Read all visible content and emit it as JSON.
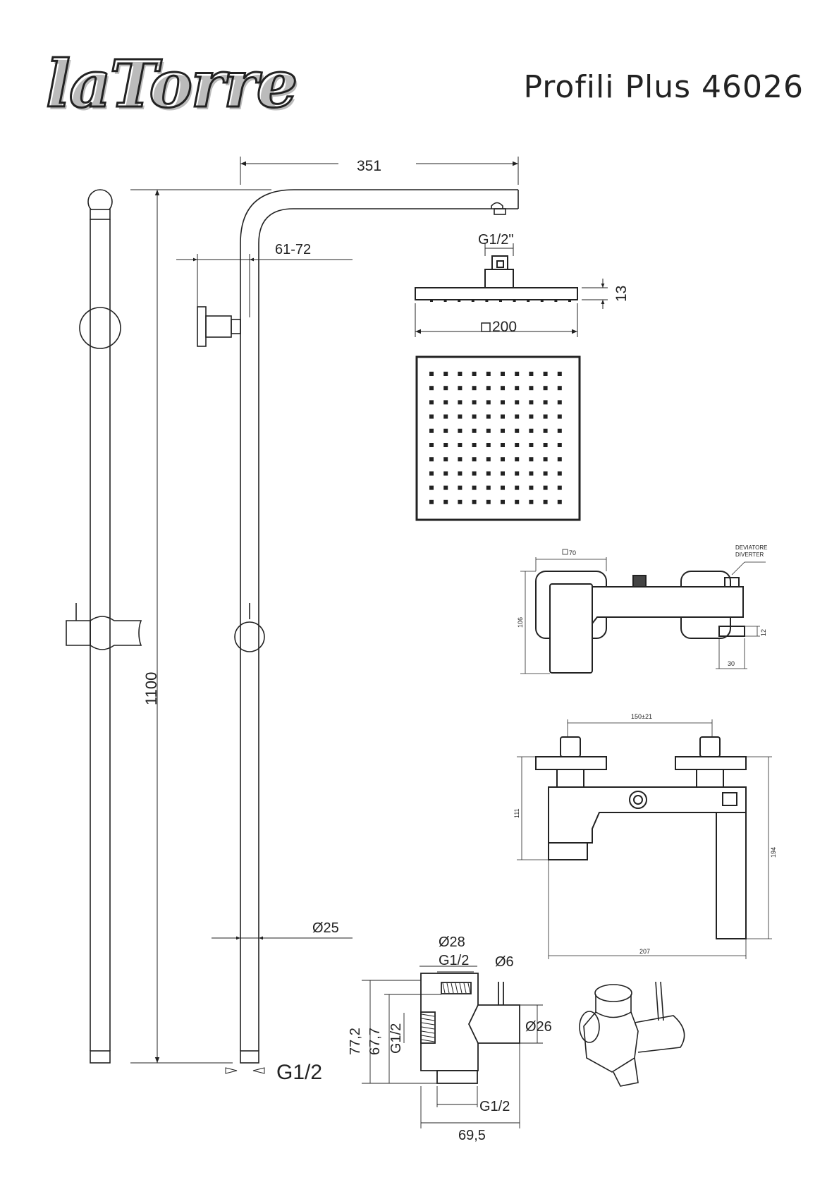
{
  "header": {
    "brand": "laTorre",
    "title": "Profili Plus 46026"
  },
  "dimensions": {
    "arm_length": "351",
    "column_height": "1100",
    "wall_bracket": "61-72",
    "head_connection": "G1/2\"",
    "head_thickness": "13",
    "head_size": "200",
    "tube_diameter": "Ø25",
    "outlet_thread": "G1/2",
    "diverter_diameter_top": "Ø28",
    "diverter_thread_top": "G1/2",
    "diverter_pin": "Ø6",
    "diverter_body": "Ø26",
    "diverter_thread_side": "G1/2",
    "diverter_height_total": "77,2",
    "diverter_height_inner": "67,7",
    "diverter_width": "69,5",
    "diverter_thread_bottom": "G1/2"
  },
  "mixer": {
    "body_size": "70",
    "diverter_label_1": "DEVIATORE",
    "diverter_label_2": "DIVERTER",
    "height": "106",
    "outlet_width": "30",
    "outlet_height": "12",
    "centers": "150±21",
    "depth": "111",
    "total_height": "194",
    "total_width": "207"
  }
}
